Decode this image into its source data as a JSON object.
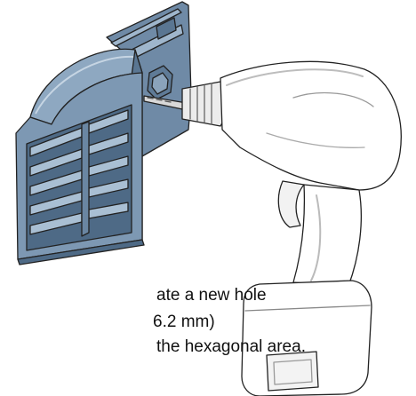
{
  "caption": {
    "line1": "ate a new hole",
    "line2": "6.2 mm)",
    "line3": "the hexagonal area."
  },
  "colors": {
    "part_fill": "#7d98b3",
    "part_light": "#a9bfd3",
    "part_dark": "#4e6a86",
    "outline": "#222222",
    "drill_body": "#ffffff",
    "drill_shade": "#e4e4e4"
  },
  "icons": {
    "vent_cover": "ventilation-grille-part",
    "drill": "cordless-drill"
  }
}
